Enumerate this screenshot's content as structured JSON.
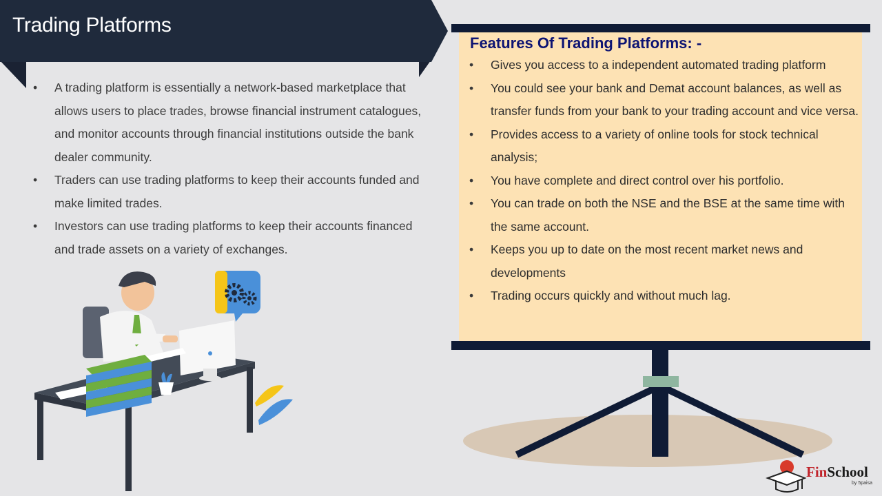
{
  "title": "Trading Platforms",
  "left_bullets": [
    "A trading platform is essentially a network-based marketplace that allows users to place trades, browse financial instrument catalogues, and monitor accounts through financial institutions outside the bank dealer community.",
    "Traders can use trading platforms to keep their accounts funded and make limited trades.",
    "Investors can use trading platforms to keep their accounts financed and trade assets on a variety of exchanges."
  ],
  "features": {
    "heading": "Features Of Trading Platforms: -",
    "items": [
      "Gives you access to a independent automated trading platform",
      "You could see your bank and Demat account balances, as well as transfer funds from your bank to your trading account and vice versa.",
      "Provides access to a variety of online tools for stock technical analysis;",
      "You have complete and direct control over his portfolio.",
      "You can trade on both the NSE and the BSE at the same time with the same account.",
      "Keeps you up to date on the most recent market news and developments",
      "Trading occurs quickly and without much lag."
    ]
  },
  "logo": {
    "fin": "Fin",
    "school": "School",
    "sub": "by 5paisa"
  },
  "colors": {
    "title_banner": "#1f2a3c",
    "board": "#fde2b4",
    "board_frame": "#0f1b35",
    "heading": "#0d1473",
    "background": "#e5e5e7"
  },
  "icons": [
    "gear-icon",
    "graduation-cap-icon"
  ]
}
